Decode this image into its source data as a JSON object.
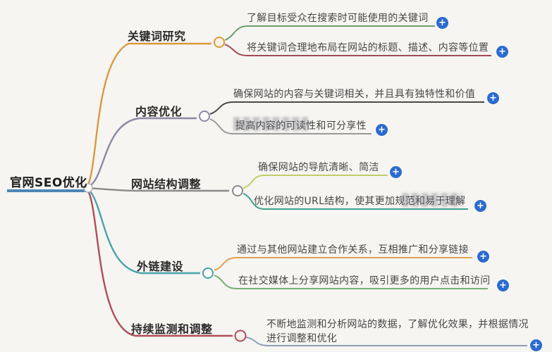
{
  "root": {
    "label": "官网SEO优化",
    "color": "#4e86b8"
  },
  "branches": [
    {
      "label": "关键词研究",
      "color": "#d9993f",
      "children": [
        {
          "text": "了解目标受众在搜索时可能使用的关键词",
          "color": "#6a9e6e"
        },
        {
          "text": "将关键词合理地布局在网站的标题、描述、内容等位置",
          "color": "#a04a52"
        }
      ]
    },
    {
      "label": "内容优化",
      "color": "#9087a3",
      "children": [
        {
          "text": "确保网站的内容与关键词相关，并且具有独特性和价值",
          "color": "#4a4a4a"
        },
        {
          "text": "提高内容的可读性和可分享性",
          "color": "#9a9a9a"
        }
      ]
    },
    {
      "label": "网站结构调整",
      "color": "#8a8a8a",
      "children": [
        {
          "text": "确保网站的导航清晰、简洁",
          "color": "#c2cc66"
        },
        {
          "text": "优化网站的URL结构，使其更加规范和易于理解",
          "color": "#3fa08f"
        }
      ]
    },
    {
      "label": "外链建设",
      "color": "#49a3ad",
      "children": [
        {
          "text": "通过与其他网站建立合作关系，互相推广和分享链接",
          "color": "#dfa254"
        },
        {
          "text": "在社交媒体上分享网站内容，吸引更多的用户点击和访问",
          "color": "#74b176"
        }
      ]
    },
    {
      "label": "持续监测和调整",
      "color": "#b04e58",
      "children": [
        {
          "text": "不断地监测和分析网站的数据，了解优化效果，并根据情况进行调整和优化",
          "color": "#8ea0b5"
        }
      ]
    }
  ],
  "icons": {
    "plus": "+"
  }
}
